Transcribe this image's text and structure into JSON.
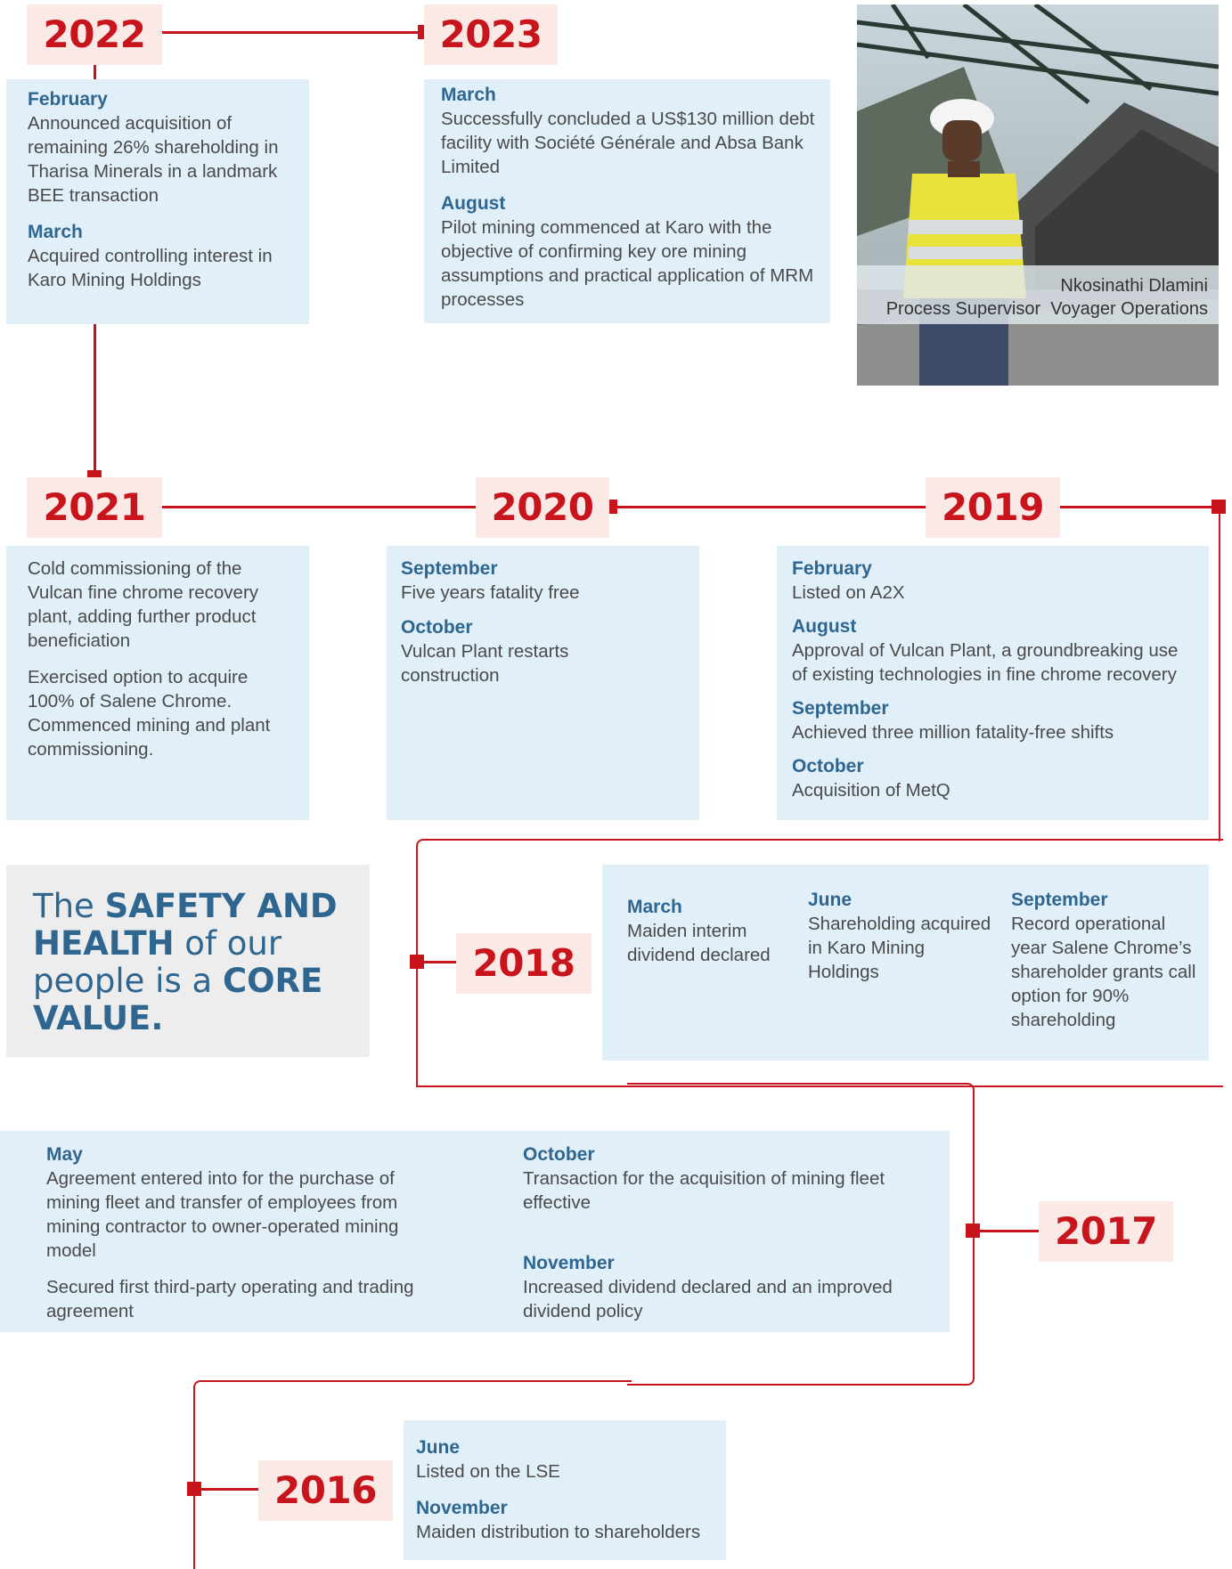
{
  "years": {
    "y2022": "2022",
    "y2023": "2023",
    "y2021": "2021",
    "y2020": "2020",
    "y2019": "2019",
    "y2018": "2018",
    "y2017": "2017",
    "y2016": "2016"
  },
  "box2022": {
    "ev1": {
      "month": "February",
      "text": "Announced acquisition of remaining 26% shareholding in Tharisa Minerals in a landmark BEE transaction"
    },
    "ev2": {
      "month": "March",
      "text": "Acquired controlling interest in Karo Mining Holdings"
    }
  },
  "box2023": {
    "ev1": {
      "month": "March",
      "text": "Successfully concluded a US$130 million debt facility with Société Générale and Absa Bank Limited"
    },
    "ev2": {
      "month": "August",
      "text": "Pilot mining commenced at Karo with the objective of confirming key ore mining assumptions and practical application of MRM processes"
    }
  },
  "photo": {
    "name": "Nkosinathi Dlamini",
    "role": "Process Supervisor  Voyager Operations"
  },
  "box2021": {
    "p1": "Cold commissioning of the Vulcan fine chrome recovery plant, adding further product beneficiation",
    "p2": "Exercised option to acquire 100% of Salene Chrome. Commenced mining and plant commissioning."
  },
  "box2020": {
    "ev1": {
      "month": "September",
      "text": "Five years fatality free"
    },
    "ev2": {
      "month": "October",
      "text": "Vulcan Plant restarts construction"
    }
  },
  "box2019": {
    "ev1": {
      "month": "February",
      "text": "Listed on A2X"
    },
    "ev2": {
      "month": "August",
      "text": "Approval of Vulcan Plant, a groundbreaking use of existing technologies in fine chrome recovery"
    },
    "ev3": {
      "month": "September",
      "text": "Achieved three million fatality-free shifts"
    },
    "ev4": {
      "month": "October",
      "text": "Acquisition of MetQ"
    }
  },
  "quote": {
    "the": "The ",
    "safety": "SAFETY AND HEALTH",
    "mid": " of our people is a ",
    "core": "CORE VALUE."
  },
  "box2018": {
    "ev1": {
      "month": "March",
      "text": "Maiden interim dividend declared"
    },
    "ev2": {
      "month": "June",
      "text": "Shareholding acquired in Karo Mining Holdings"
    },
    "ev3": {
      "month": "September",
      "text": "Record operational year Salene Chrome’s shareholder grants call option for 90% shareholding"
    }
  },
  "box2017": {
    "ev1": {
      "month": "May",
      "text": "Agreement entered into for the purchase of mining fleet and transfer of employees from mining contractor to owner-operated mining model"
    },
    "p2": "Secured first third-party operating and trading agreement",
    "ev3": {
      "month": "October",
      "text": "Transaction for the acquisition of mining fleet effective"
    },
    "ev4": {
      "month": "November",
      "text": "Increased dividend declared and an improved dividend policy"
    }
  },
  "box2016": {
    "ev1": {
      "month": "June",
      "text": "Listed on the LSE"
    },
    "ev2": {
      "month": "November",
      "text": "Maiden distribution to shareholders"
    }
  }
}
